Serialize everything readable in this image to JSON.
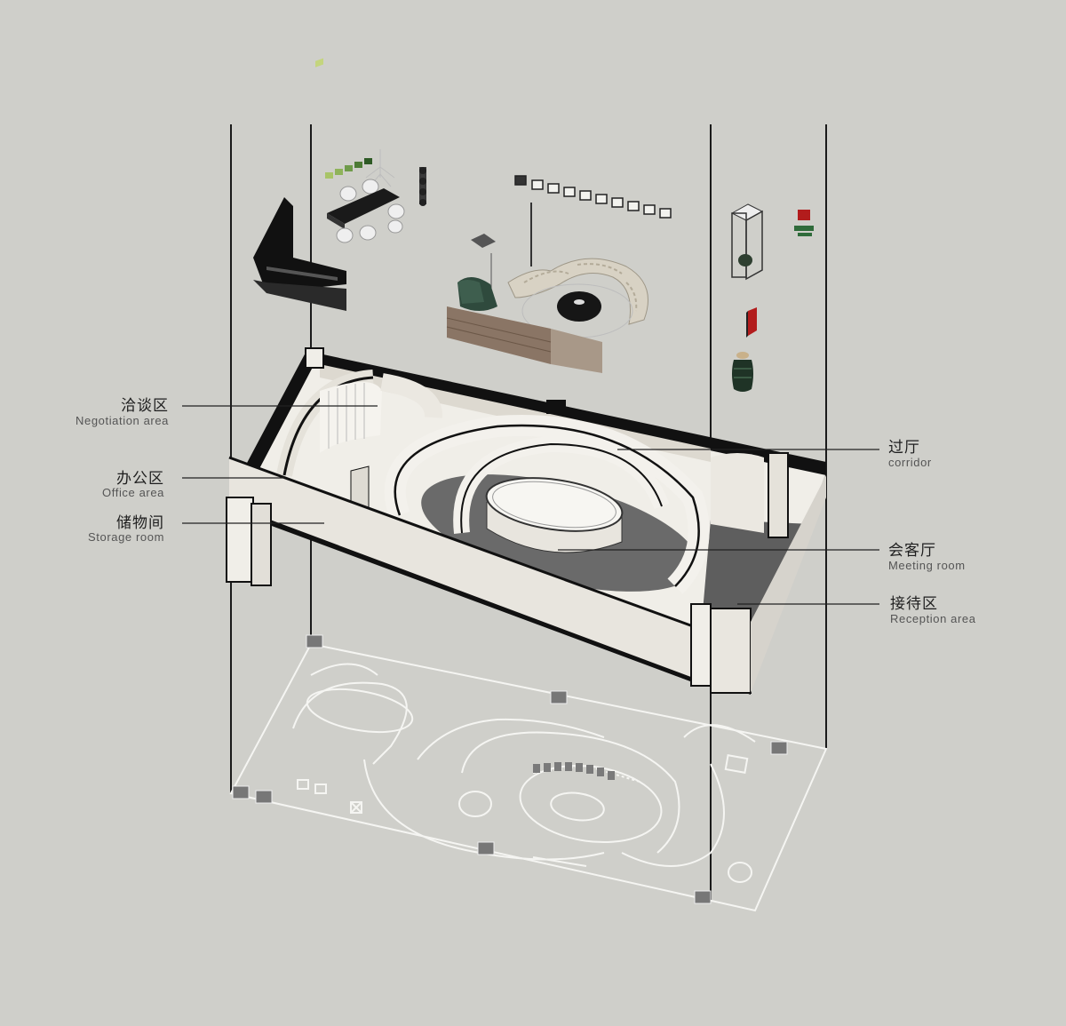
{
  "colors": {
    "background": "#cfcfca",
    "wall": "#e9e7e1",
    "wall_dark": "#1a1a1a",
    "floor": "#6d6d6d",
    "line": "#222222"
  },
  "labels": {
    "negotiation": {
      "cn": "洽谈区",
      "en": "Negotiation area"
    },
    "office": {
      "cn": "办公区",
      "en": "Office area"
    },
    "storage": {
      "cn": "储物间",
      "en": "Storage room"
    },
    "corridor": {
      "cn": "过厅",
      "en": "corridor"
    },
    "meeting": {
      "cn": "会客厅",
      "en": "Meeting room"
    },
    "reception": {
      "cn": "接待区",
      "en": "Reception area"
    }
  }
}
